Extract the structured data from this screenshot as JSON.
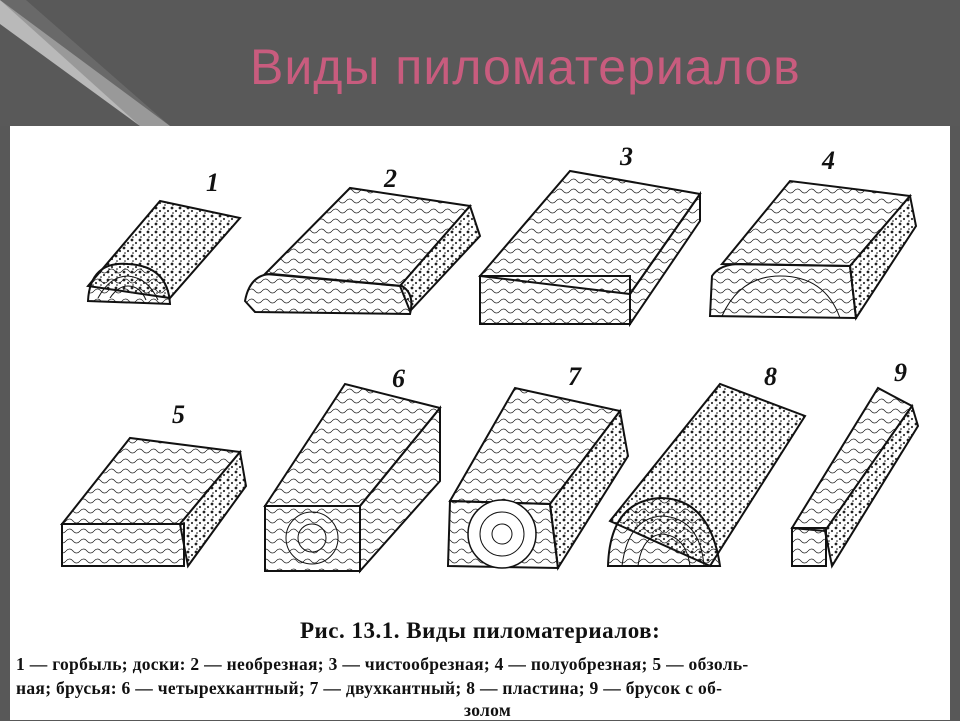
{
  "slide": {
    "title": "Виды пиломатериалов"
  },
  "figure": {
    "items": [
      {
        "number": "1",
        "icon": "gorbyl-icon"
      },
      {
        "number": "2",
        "icon": "unedged-board-icon"
      },
      {
        "number": "3",
        "icon": "edged-board-icon"
      },
      {
        "number": "4",
        "icon": "semi-edged-board-icon"
      },
      {
        "number": "5",
        "icon": "wane-board-icon"
      },
      {
        "number": "6",
        "icon": "four-sided-beam-icon"
      },
      {
        "number": "7",
        "icon": "two-sided-beam-icon"
      },
      {
        "number": "8",
        "icon": "half-log-icon"
      },
      {
        "number": "9",
        "icon": "wane-bar-icon"
      }
    ],
    "caption_title": "Рис. 13.1. Виды пиломатериалов:",
    "caption_lines": [
      "1 — горбыль;  доски:  2 — необрезная;  3 — чистообрезная;  4 — полуобрезная;  5 — обзоль-",
      "ная;  брусья:  6 — четырехкантный;  7 — двухкантный;  8 — пластина;  9 — брусок  с  об-",
      "золом"
    ]
  }
}
